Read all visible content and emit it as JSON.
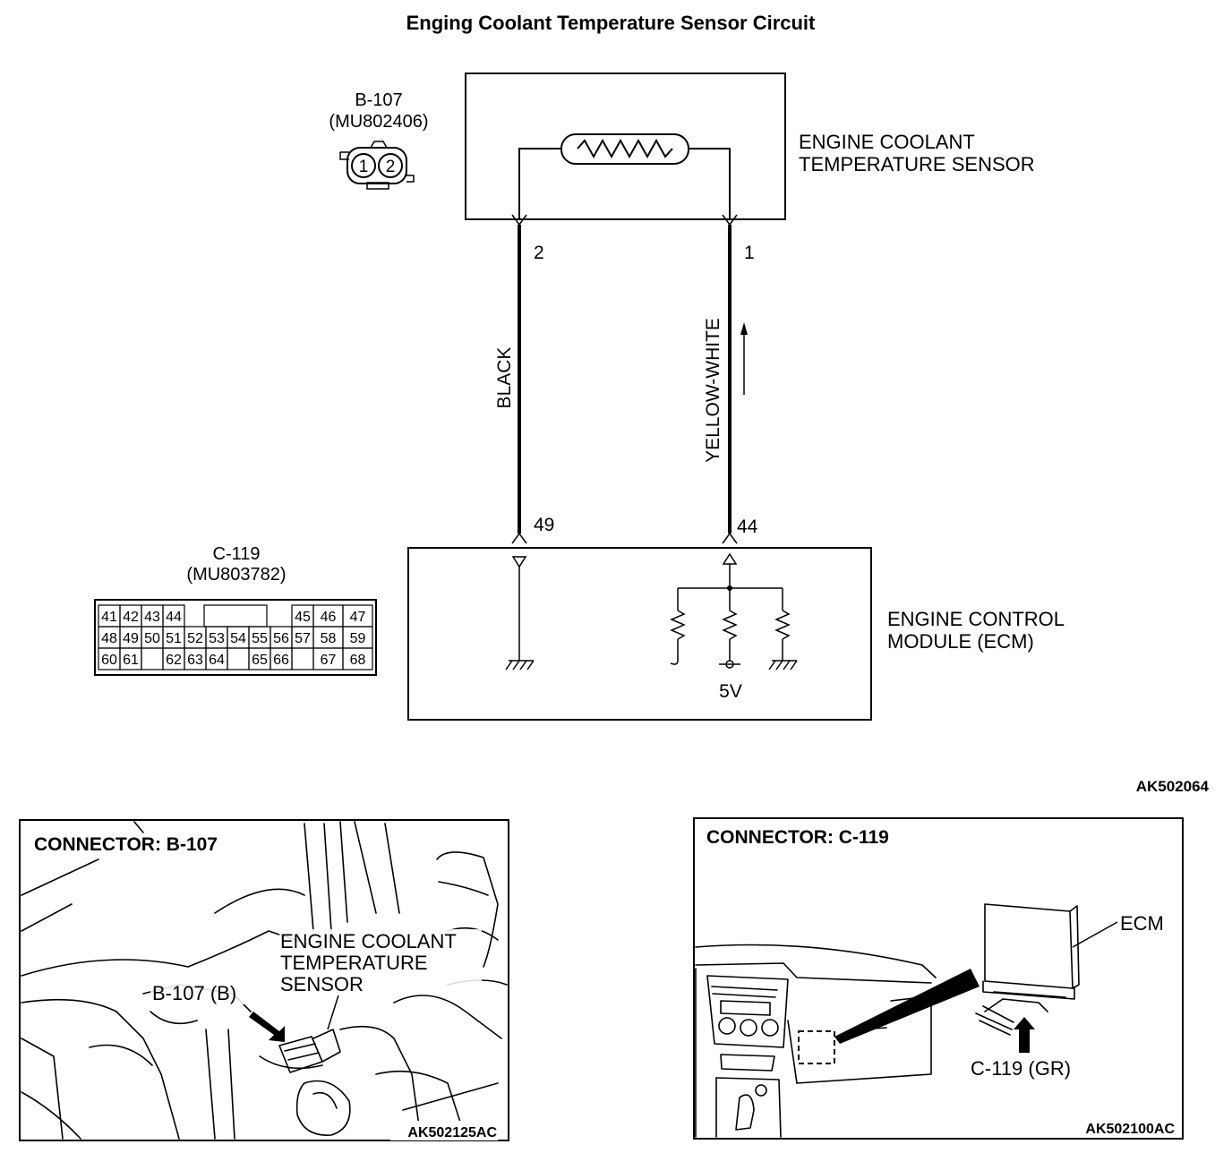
{
  "title": "Enging Coolant Temperature Sensor Circuit",
  "sensor_connector": {
    "id": "B-107",
    "part_no": "(MU802406)",
    "pins": [
      "1",
      "2"
    ]
  },
  "sensor_label": [
    "ENGINE COOLANT",
    "TEMPERATURE SENSOR"
  ],
  "sensor_pins": {
    "left": "2",
    "right": "1"
  },
  "wires": {
    "left_color": "BLACK",
    "right_color": "YELLOW-WHITE"
  },
  "ecm_pins": {
    "left": "49",
    "right": "44"
  },
  "ecm_connector": {
    "id": "C-119",
    "part_no": "(MU803782)",
    "rows": [
      [
        "41",
        "42",
        "43",
        "44",
        "",
        "",
        "",
        "",
        "",
        "45",
        "46",
        "47"
      ],
      [
        "48",
        "49",
        "50",
        "51",
        "52",
        "53",
        "54",
        "55",
        "56",
        "57",
        "58",
        "59"
      ],
      [
        "60",
        "61",
        "",
        "62",
        "63",
        "64",
        "",
        "65",
        "66",
        "",
        "67",
        "68"
      ]
    ]
  },
  "ecm_label": [
    "ENGINE CONTROL",
    "MODULE (ECM)"
  ],
  "voltage": "5V",
  "diagram_code": "AK502064",
  "photo_left": {
    "heading": "CONNECTOR: B-107",
    "callout": [
      "ENGINE COOLANT",
      "TEMPERATURE",
      "SENSOR"
    ],
    "connector_label": "B-107 (B)",
    "code": "AK502125AC"
  },
  "photo_right": {
    "heading": "CONNECTOR: C-119",
    "ecm_label": "ECM",
    "connector_label": "C-119 (GR)",
    "code": "AK502100AC"
  }
}
